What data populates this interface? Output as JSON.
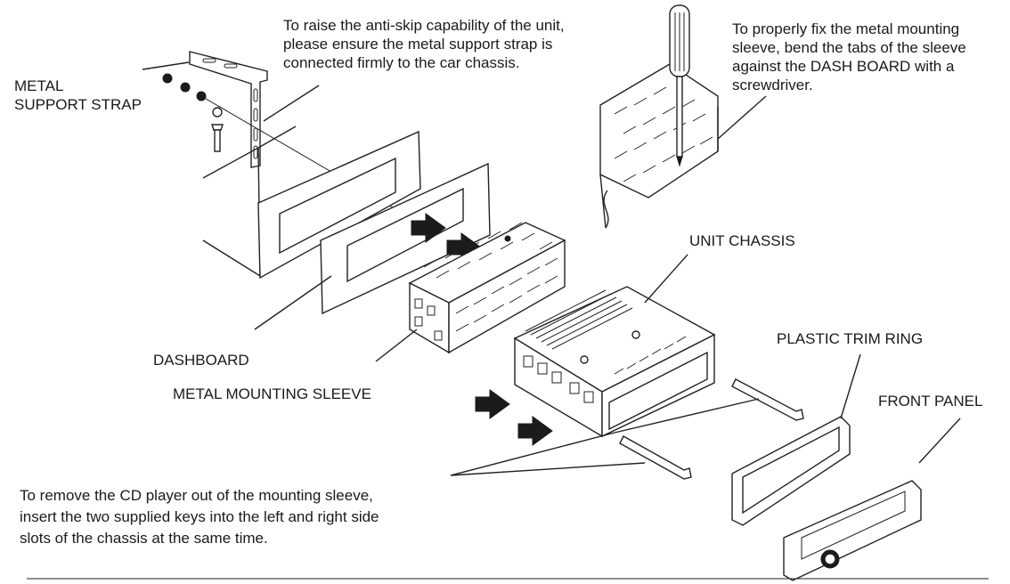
{
  "labels": {
    "metal_support_strap": "METAL\nSUPPORT STRAP",
    "anti_skip_note": "To raise the anti-skip capability of the unit,\nplease ensure the metal support strap is\nconnected firmly to the car chassis.",
    "sleeve_fix_note": "To properly fix the metal mounting\nsleeve, bend the tabs of the sleeve\nagainst the DASH BOARD with a\nscrewdriver.",
    "unit_chassis": "UNIT CHASSIS",
    "plastic_trim_ring": "PLASTIC TRIM RING",
    "front_panel": "FRONT PANEL",
    "dashboard": "DASHBOARD",
    "metal_mounting_sleeve": "METAL MOUNTING SLEEVE",
    "remove_note": "To remove the CD player out of the mounting sleeve,\ninsert the two supplied keys into the left and right side\nslots of the chassis at the same time."
  }
}
